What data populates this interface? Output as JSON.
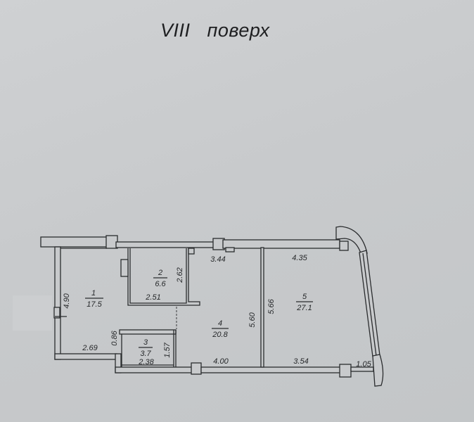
{
  "title": "VIII   поверх",
  "floor_number_roman": "VIII",
  "floor_label": "поверх",
  "rooms": [
    {
      "number": "1",
      "area": "17.5"
    },
    {
      "number": "2",
      "area": "6.6"
    },
    {
      "number": "3",
      "area": "3.7"
    },
    {
      "number": "4",
      "area": "20.8"
    },
    {
      "number": "5",
      "area": "27.1"
    }
  ],
  "dimensions": {
    "room1_height": "4.90",
    "room1_bottom": "2.69",
    "room1_notch": "0.86",
    "room2_width": "2.51",
    "room2_height": "2.62",
    "room3_width": "2.38",
    "room3_height": "1.57",
    "room4_top": "3.44",
    "room4_height": "5.60",
    "room4_bottom": "4.00",
    "room5_top": "4.35",
    "room5_height": "5.66",
    "room5_bottom": "3.54",
    "balcony_stub": "1.05"
  },
  "colors": {
    "paper": "#c9cbcd",
    "ink": "#2a2c2e"
  }
}
